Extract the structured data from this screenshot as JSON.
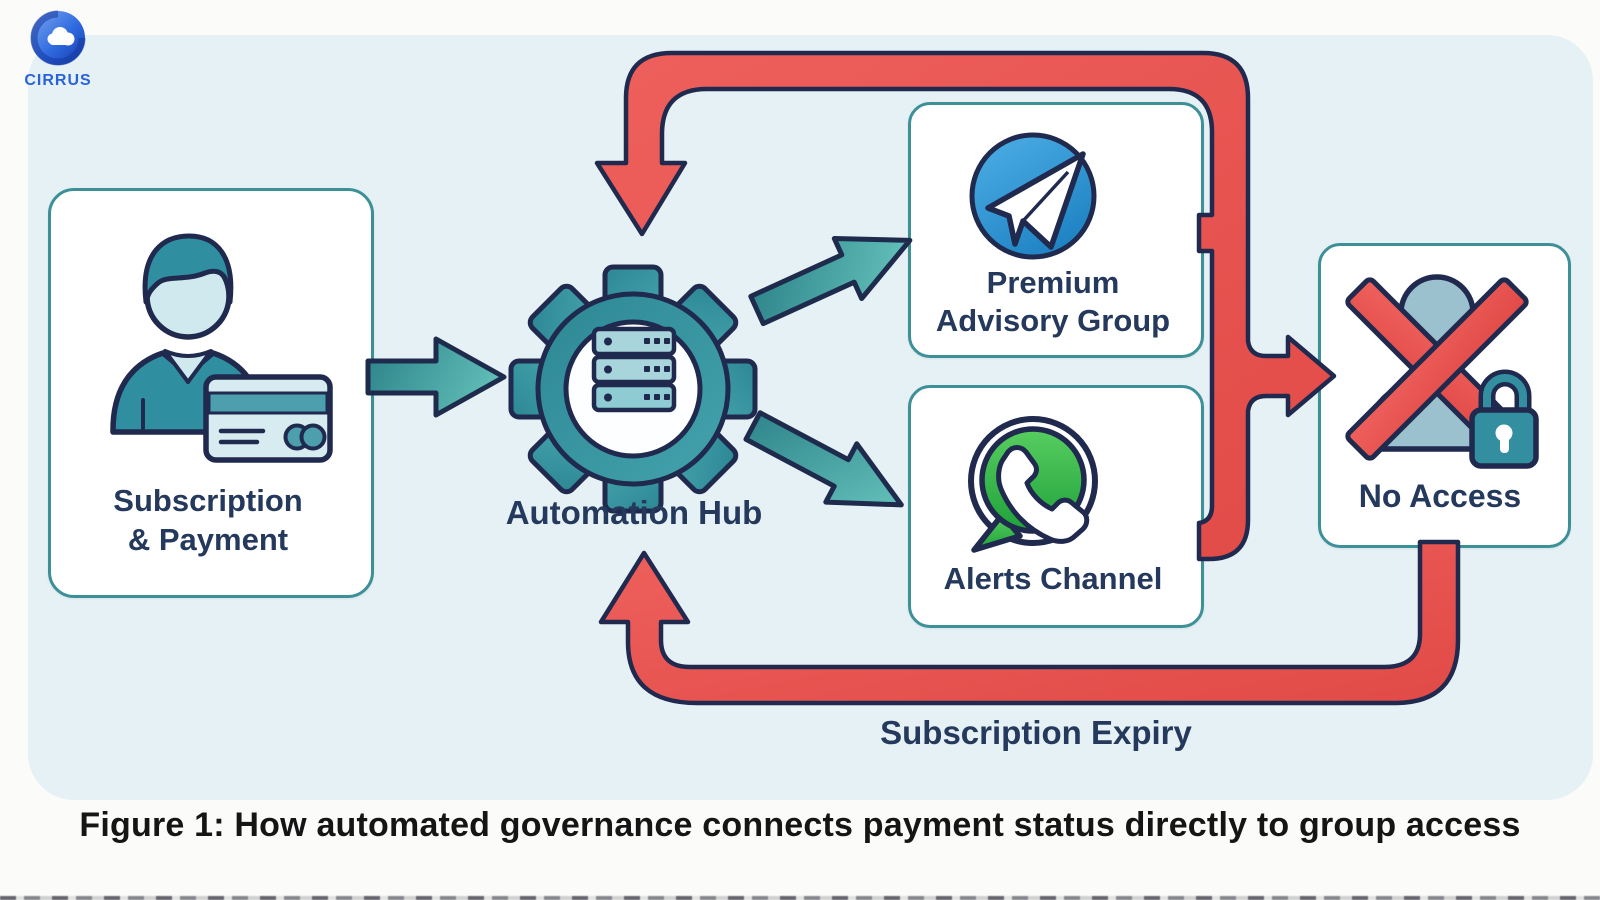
{
  "brand": {
    "name": "CIRRUS"
  },
  "caption": "Figure 1: How automated governance connects payment status directly to group access",
  "nodes": {
    "subscription": {
      "line1": "Subscription",
      "line2": "& Payment",
      "icon": "user-credit-card-icon"
    },
    "hub": {
      "label": "Automation Hub",
      "icon": "gear-servers-icon"
    },
    "premium": {
      "line1": "Premium",
      "line2": "Advisory Group",
      "icon": "telegram-icon"
    },
    "alerts": {
      "label": "Alerts Channel",
      "icon": "whatsapp-icon"
    },
    "no_access": {
      "label": "No Access",
      "icon": "blocked-user-lock-icon"
    }
  },
  "flows": {
    "expiry_label": "Subscription Expiry",
    "green_paths": [
      "subscription-to-hub",
      "hub-to-premium",
      "hub-to-alerts"
    ],
    "red_paths": [
      "expiry-to-hub-top",
      "revoke-to-no-access",
      "no-access-return-loop"
    ]
  },
  "colors": {
    "page_bg": "#fbfbf9",
    "panel_bg": "#e5f1f4",
    "box_border": "#3d9098",
    "teal_arrow": "#3a959b",
    "red_flow": "#e8534f",
    "outline_navy": "#20294e",
    "label_text": "#24395c",
    "telegram_blue": "#2f9bd8",
    "whatsapp_green": "#35b843",
    "lock_teal": "#338fa0",
    "logo_blue": "#2a62d8"
  }
}
